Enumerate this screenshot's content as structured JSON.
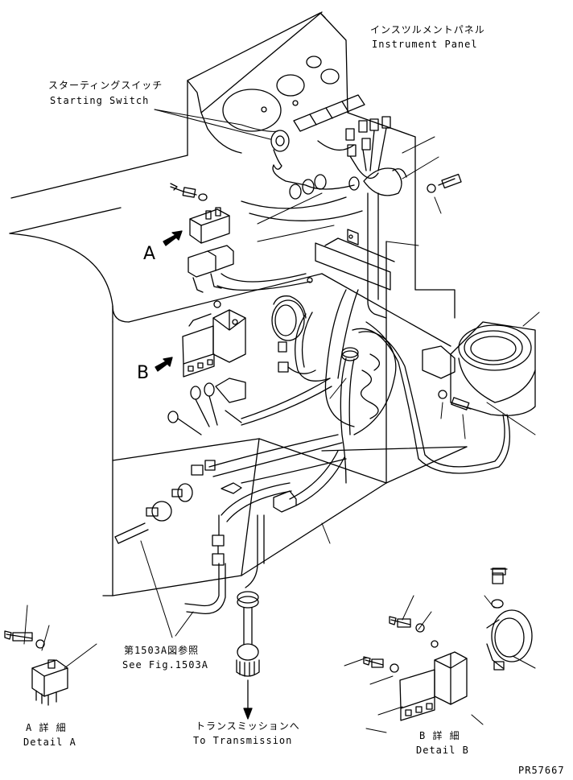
{
  "labels": {
    "instrument_panel_jp": "インスツルメントパネル",
    "instrument_panel_en": "Instrument Panel",
    "starting_switch_jp": "スターティングスイッチ",
    "starting_switch_en": "Starting Switch",
    "marker_a": "A",
    "marker_b": "B",
    "see_fig_jp": "第1503A図参照",
    "see_fig_en": "See Fig.1503A",
    "to_transmission_jp": "トランスミッションへ",
    "to_transmission_en": "To Transmission",
    "detail_a_jp": "A 詳 細",
    "detail_a_en": "Detail A",
    "detail_b_jp": "B 詳 細",
    "detail_b_en": "Detail B",
    "drawing_number": "PR57667"
  },
  "colors": {
    "line": "#000000",
    "background": "#ffffff"
  }
}
